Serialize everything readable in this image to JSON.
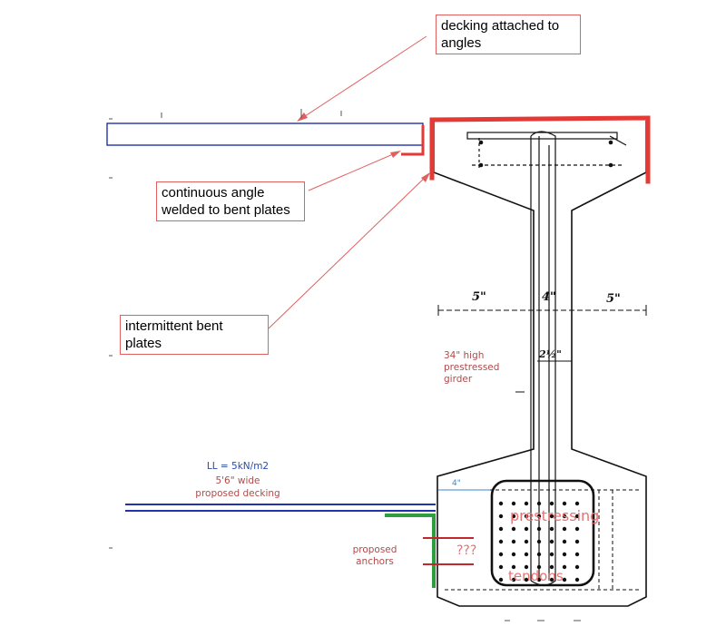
{
  "callouts": {
    "decking": "decking attached to\nangles",
    "angle": "continuous angle\nwelded to bent plates",
    "plates": "intermittent bent\nplates"
  },
  "dimensions": {
    "flange_left": "5\"",
    "web": "4\"",
    "flange_right": "5\"",
    "web_small": "2½\"",
    "offset": "4\""
  },
  "notes": {
    "girder": "34\" high\nprestressed\ngirder",
    "live_load": "LL = 5kN/m2",
    "width": "5'6\" wide",
    "proposed_decking": "proposed decking",
    "anchors": "proposed\nanchors",
    "question": "???",
    "prestressing": "prestressing",
    "tendons": "tendons"
  },
  "colors": {
    "annotation_red": "#e53935",
    "callout_border": "#e06060",
    "decking_blue": "#2233aa",
    "angle_green": "#2e9e3e",
    "note_text": "#b04a4a",
    "drawing_black": "#111111"
  }
}
